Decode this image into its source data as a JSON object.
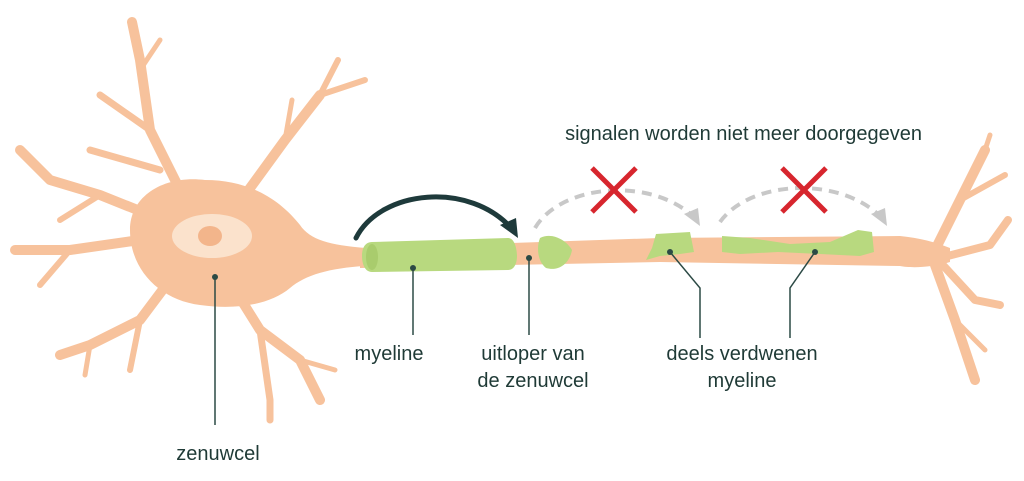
{
  "labels": {
    "cell": "zenuwcel",
    "myelin": "myeline",
    "axon_line1": "uitloper van",
    "axon_line2": "de zenuwcel",
    "damaged_line1": "deels verdwenen",
    "damaged_line2": "myeline",
    "signal": "signalen worden niet meer doorgegeven"
  },
  "colors": {
    "neuron": "#f7c29c",
    "nucleus": "#fbe2cc",
    "nucleolus": "#f3b58b",
    "myelin": "#b8d97f",
    "text": "#1f3a36",
    "arrow": "#1e3a3b",
    "dashed_arrow": "#c8c8c8",
    "cross": "#d7262e"
  },
  "icons": [
    "cross-icon",
    "cross-icon"
  ]
}
